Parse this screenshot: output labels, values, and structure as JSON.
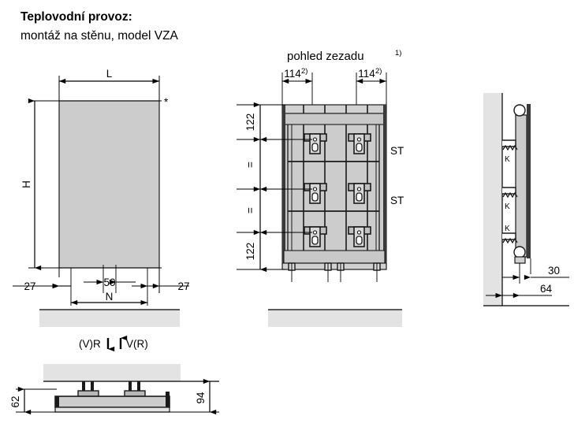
{
  "title": {
    "line1": "Teplovodní provoz:",
    "line2": "montáž na stěnu, model VZA"
  },
  "views": {
    "front": {
      "name": "front-view",
      "dimensions": {
        "width_label": "L",
        "height_label": "H",
        "bracket_span_label": "N",
        "left_offset": "27",
        "right_offset": "27",
        "center_spacing": "50",
        "asterisk": "*"
      }
    },
    "rear": {
      "name": "rear-view",
      "heading": "pohled zezadu",
      "heading_note": "1)",
      "dimensions": {
        "bracket_x_left": "114",
        "bracket_x_left_note": "2)",
        "bracket_x_right": "114",
        "bracket_x_right_note": "2)",
        "top_offset": "122",
        "bottom_offset": "122",
        "equal_upper": "=",
        "equal_lower": "="
      },
      "labels": {
        "st_upper": "ST",
        "st_lower": "ST"
      }
    },
    "side": {
      "name": "side-view",
      "dimensions": {
        "front_projection": "30",
        "total_depth": "64"
      },
      "labels": {
        "bracket_top": "K",
        "bracket_middle": "K",
        "bracket_bottom": "K"
      }
    },
    "bottom": {
      "name": "bottom-detail-view",
      "flow": {
        "return_label": "(V)R",
        "supply_label": "V(R)"
      },
      "dimensions": {
        "height_left": "62",
        "height_right": "94"
      }
    }
  },
  "colors": {
    "line": "#000000",
    "panel_fill": "#cccccc",
    "wall_fill": "#e3e3e3",
    "rib_fill": "#c8c8c8",
    "dark_edge": "#1a1a1a"
  }
}
